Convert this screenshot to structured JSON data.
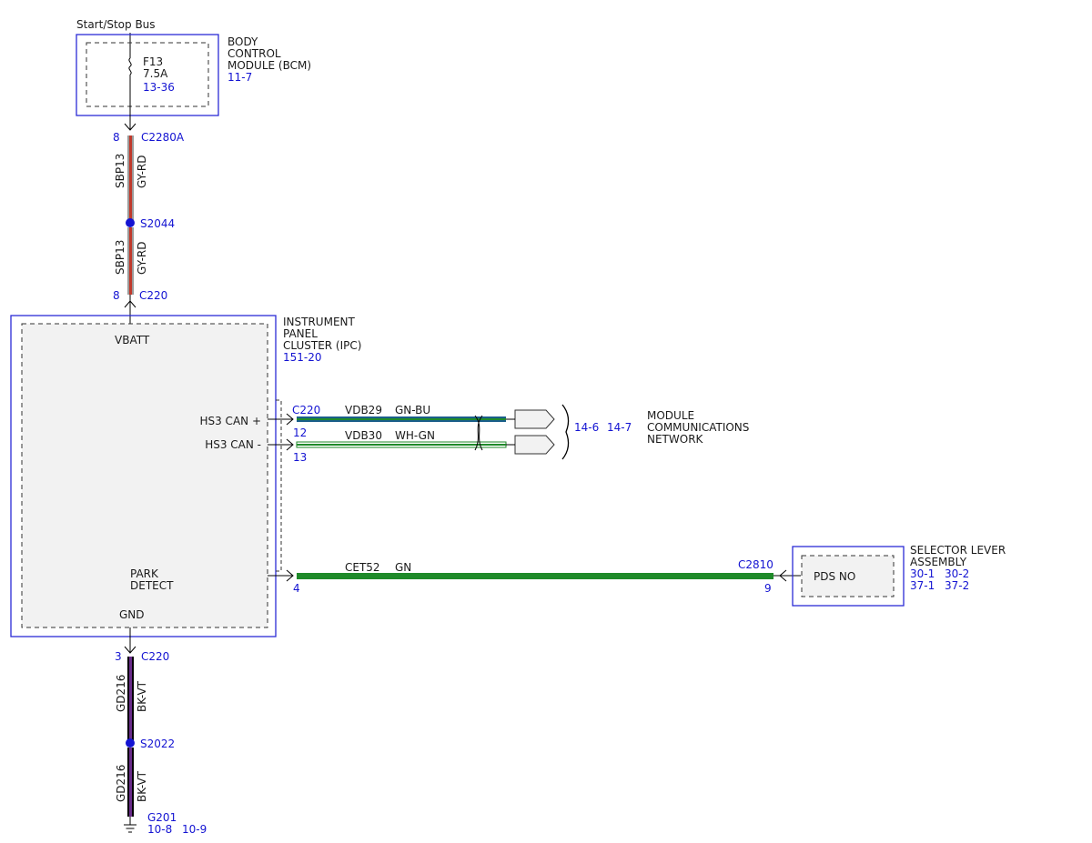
{
  "top": {
    "bus_label": "Start/Stop Bus"
  },
  "bcm": {
    "name_line1": "BODY",
    "name_line2": "CONTROL",
    "name_line3": "MODULE (BCM)",
    "ref": "11-7",
    "fuse_name": "F13",
    "fuse_rating": "7.5A",
    "fuse_ref": "13-36"
  },
  "c2280a": {
    "pin": "8",
    "connector": "C2280A"
  },
  "wire_upper": {
    "circuit": "SBP13",
    "color": "GY-RD"
  },
  "splice_s2044": {
    "label": "S2044"
  },
  "wire_upper2": {
    "circuit": "SBP13",
    "color": "GY-RD"
  },
  "c220_top": {
    "pin": "8",
    "connector": "C220"
  },
  "ipc": {
    "name_line1": "INSTRUMENT",
    "name_line2": "PANEL",
    "name_line3": "CLUSTER (IPC)",
    "ref": "151-20",
    "vbatt": "VBATT",
    "hs3_plus": "HS3 CAN +",
    "hs3_minus": "HS3 CAN -",
    "park_line1": "PARK",
    "park_line2": "DETECT",
    "gnd": "GND"
  },
  "can": {
    "connector": "C220",
    "pin_plus": "12",
    "pin_minus": "13",
    "circuit_plus": "VDB29",
    "color_plus": "GN-BU",
    "circuit_minus": "VDB30",
    "color_minus": "WH-GN",
    "ref1": "14-6",
    "ref2": "14-7",
    "network_line1": "MODULE",
    "network_line2": "COMMUNICATIONS",
    "network_line3": "NETWORK"
  },
  "park_wire": {
    "pin_ipc": "4",
    "circuit": "CET52",
    "color": "GN",
    "connector_far": "C2810",
    "pin_far": "9"
  },
  "selector": {
    "name_line1": "SELECTOR LEVER",
    "name_line2": "ASSEMBLY",
    "ref_a": "30-1",
    "ref_b": "30-2",
    "ref_c": "37-1",
    "ref_d": "37-2",
    "switch": "PDS NO"
  },
  "c220_bottom": {
    "pin": "3",
    "connector": "C220"
  },
  "wire_lower": {
    "circuit": "GD216",
    "color": "BK-VT"
  },
  "splice_s2022": {
    "label": "S2022"
  },
  "wire_lower2": {
    "circuit": "GD216",
    "color": "BK-VT"
  },
  "ground": {
    "label": "G201",
    "ref1": "10-8",
    "ref2": "10-9"
  },
  "colors": {
    "connector_blue": "#1414d2",
    "gy_rd_red": "#c0392b",
    "gn_green": "#1f8a2a",
    "gn_bu_blue": "#1a5e8a",
    "bk_vt_violet": "#6a2c8a"
  }
}
